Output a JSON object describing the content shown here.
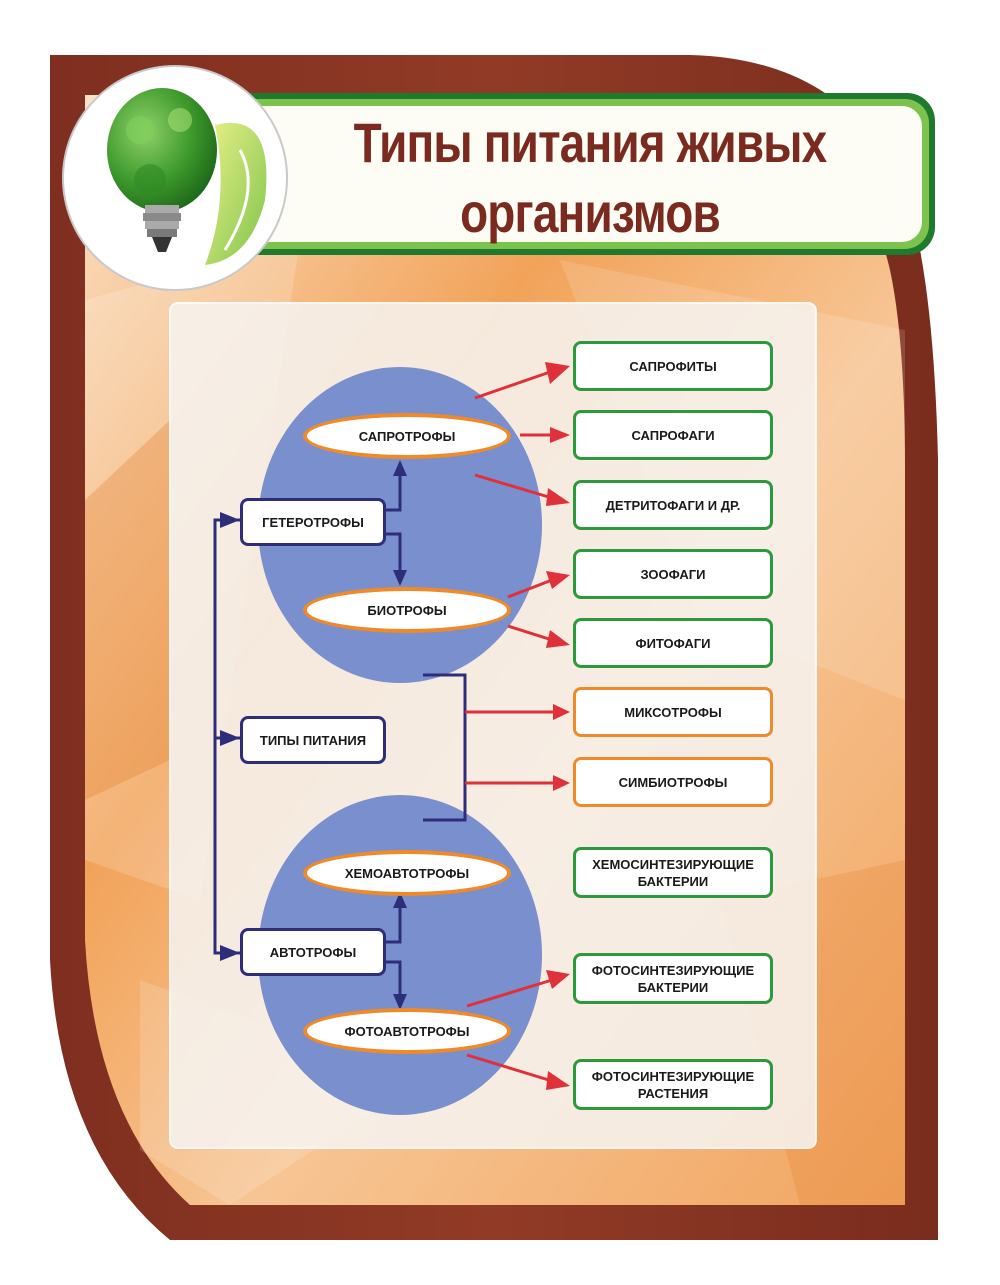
{
  "title": {
    "line1": "Типы питания живых",
    "line2": "организмов"
  },
  "diagram": {
    "root": "ТИПЫ ПИТАНИЯ",
    "heterotrophs": "ГЕТЕРОТРОФЫ",
    "autotrophs": "АВТОТРОФЫ",
    "saprotrophs": "САПРОТРОФЫ",
    "biotrophs": "БИОТРОФЫ",
    "chemoautotrophs": "ХЕМОАВТОТРОФЫ",
    "photoautotrophs": "ФОТОАВТОТРОФЫ",
    "targets": {
      "saprophytes": "САПРОФИТЫ",
      "saprophages": "САПРОФАГИ",
      "detritophages": "ДЕТРИТОФАГИ И ДР.",
      "zoophages": "ЗООФАГИ",
      "phytophages": "ФИТОФАГИ",
      "mixotrophs": "МИКСОТРОФЫ",
      "symbiotrophs": "СИМБИОТРОФЫ",
      "chemo_bacteria": "ХЕМОСИНТЕЗИРУЮЩИЕ БАКТЕРИИ",
      "photo_bacteria": "ФОТОСИНТЕЗИРУЮЩИЕ БАКТЕРИИ",
      "photo_plants": "ФОТОСИНТЕЗИРУЮЩИЕ РАСТЕНИЯ"
    }
  },
  "colors": {
    "frame": "#8b3524",
    "title_text": "#7a2a1e",
    "green_border": "#2c9a3c",
    "orange_border": "#ee8a2a",
    "navy_line": "#2e2d7a",
    "red_arrow": "#e0303a",
    "circle_fill": "#7a8fce"
  },
  "icons": {
    "logo": "green-tree-lightbulb-icon"
  }
}
